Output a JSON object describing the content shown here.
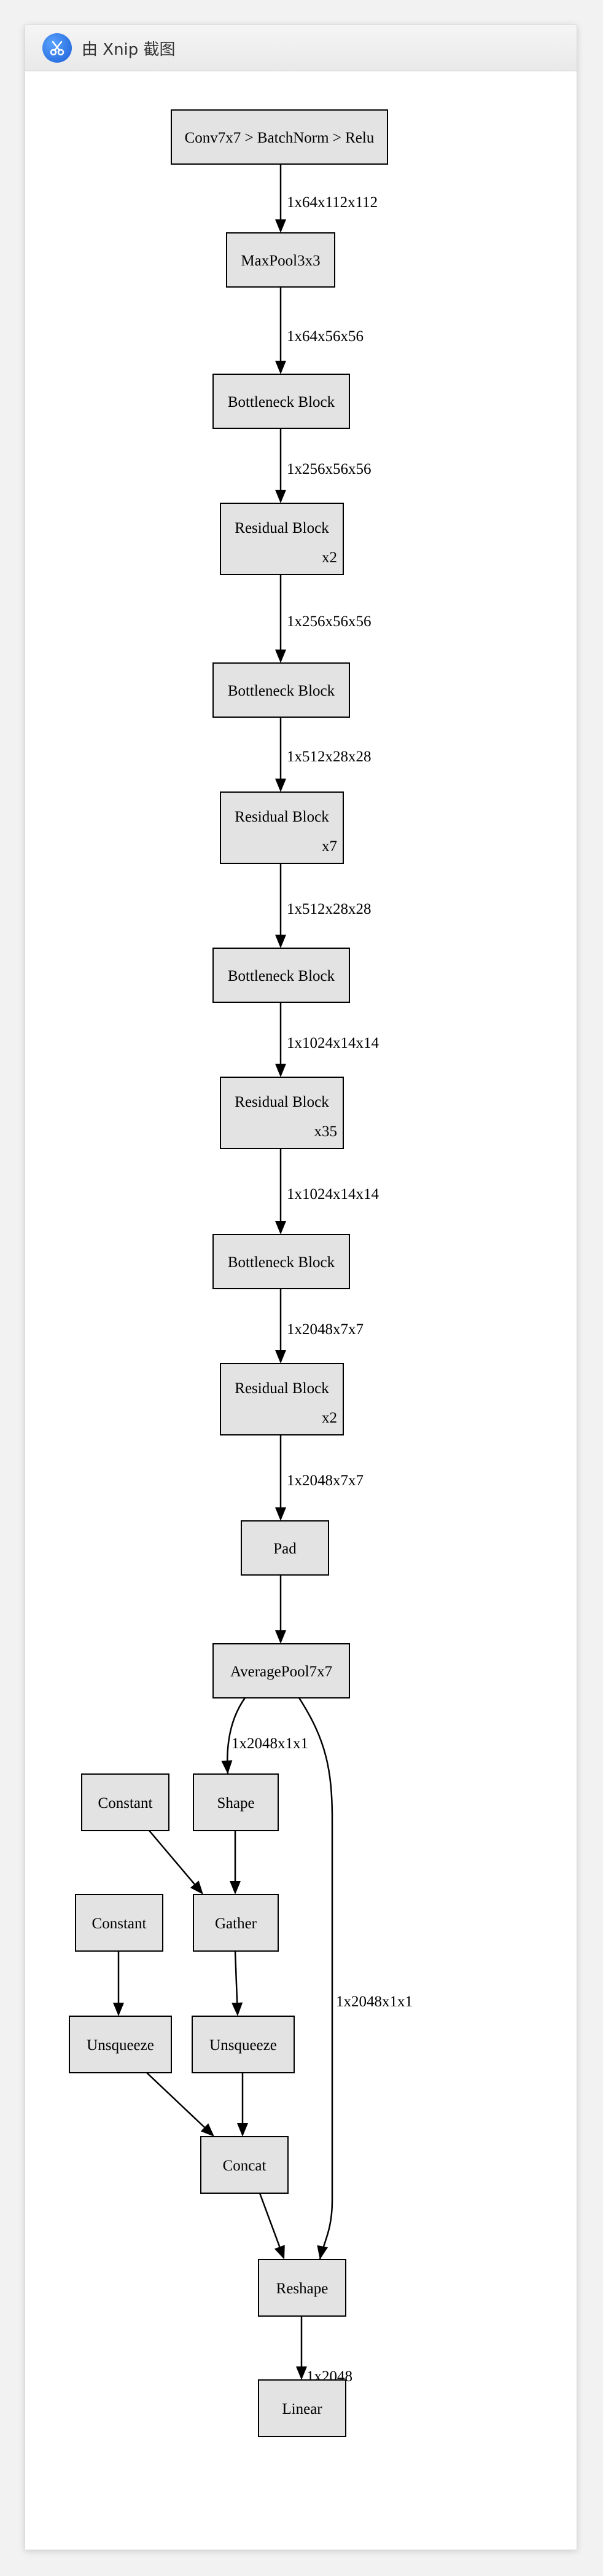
{
  "window": {
    "title": "由 Xnip 截图",
    "icon": "scissors-icon"
  },
  "graph": {
    "nodes": [
      {
        "id": "conv",
        "label": "Conv7x7 > BatchNorm > Relu"
      },
      {
        "id": "maxpool",
        "label": "MaxPool3x3"
      },
      {
        "id": "bottleneck1",
        "label": "Bottleneck Block"
      },
      {
        "id": "residual1",
        "label": "Residual Block",
        "repeat": "x2"
      },
      {
        "id": "bottleneck2",
        "label": "Bottleneck Block"
      },
      {
        "id": "residual2",
        "label": "Residual Block",
        "repeat": "x7"
      },
      {
        "id": "bottleneck3",
        "label": "Bottleneck Block"
      },
      {
        "id": "residual3",
        "label": "Residual Block",
        "repeat": "x35"
      },
      {
        "id": "bottleneck4",
        "label": "Bottleneck Block"
      },
      {
        "id": "residual4",
        "label": "Residual Block",
        "repeat": "x2"
      },
      {
        "id": "pad",
        "label": "Pad"
      },
      {
        "id": "avgpool",
        "label": "AveragePool7x7"
      },
      {
        "id": "constant1",
        "label": "Constant"
      },
      {
        "id": "shape",
        "label": "Shape"
      },
      {
        "id": "constant2",
        "label": "Constant"
      },
      {
        "id": "gather",
        "label": "Gather"
      },
      {
        "id": "unsqueeze1",
        "label": "Unsqueeze"
      },
      {
        "id": "unsqueeze2",
        "label": "Unsqueeze"
      },
      {
        "id": "concat",
        "label": "Concat"
      },
      {
        "id": "reshape",
        "label": "Reshape"
      },
      {
        "id": "linear",
        "label": "Linear"
      }
    ],
    "edges": [
      {
        "from": "conv",
        "to": "maxpool",
        "label": "1x64x112x112"
      },
      {
        "from": "maxpool",
        "to": "bottleneck1",
        "label": "1x64x56x56"
      },
      {
        "from": "bottleneck1",
        "to": "residual1",
        "label": "1x256x56x56"
      },
      {
        "from": "residual1",
        "to": "bottleneck2",
        "label": "1x256x56x56"
      },
      {
        "from": "bottleneck2",
        "to": "residual2",
        "label": "1x512x28x28"
      },
      {
        "from": "residual2",
        "to": "bottleneck3",
        "label": "1x512x28x28"
      },
      {
        "from": "bottleneck3",
        "to": "residual3",
        "label": "1x1024x14x14"
      },
      {
        "from": "residual3",
        "to": "bottleneck4",
        "label": "1x1024x14x14"
      },
      {
        "from": "bottleneck4",
        "to": "residual4",
        "label": "1x2048x7x7"
      },
      {
        "from": "residual4",
        "to": "pad",
        "label": "1x2048x7x7"
      },
      {
        "from": "pad",
        "to": "avgpool",
        "label": ""
      },
      {
        "from": "avgpool",
        "to": "shape",
        "label": "1x2048x1x1"
      },
      {
        "from": "avgpool",
        "to": "reshape",
        "label": "1x2048x1x1"
      },
      {
        "from": "constant1",
        "to": "gather",
        "label": ""
      },
      {
        "from": "shape",
        "to": "gather",
        "label": ""
      },
      {
        "from": "constant2",
        "to": "unsqueeze1",
        "label": ""
      },
      {
        "from": "gather",
        "to": "unsqueeze2",
        "label": ""
      },
      {
        "from": "unsqueeze1",
        "to": "concat",
        "label": ""
      },
      {
        "from": "unsqueeze2",
        "to": "concat",
        "label": ""
      },
      {
        "from": "concat",
        "to": "reshape",
        "label": ""
      },
      {
        "from": "reshape",
        "to": "linear",
        "label": "1x2048"
      }
    ]
  }
}
